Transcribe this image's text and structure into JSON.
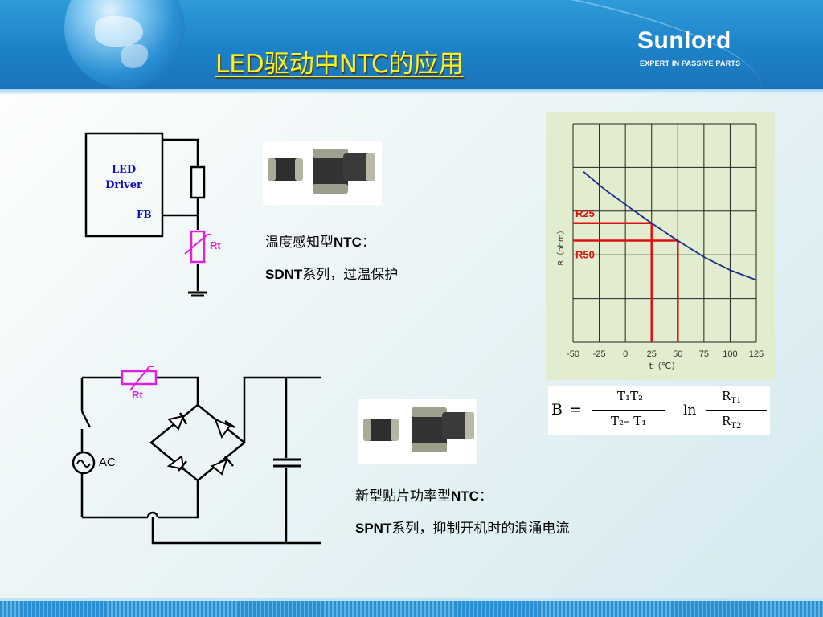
{
  "header": {
    "title": "LED驱动中NTC的应用",
    "brand": "Sunlord",
    "tagline": "EXPERT IN PASSIVE PARTS"
  },
  "circuit1": {
    "driver_label_line1": "LED",
    "driver_label_line2": "Driver",
    "fb_label": "FB",
    "rt_label": "Rt"
  },
  "circuit2": {
    "rt_label": "Rt",
    "ac_label": "AC"
  },
  "product1": {
    "line1_prefix": "温度感知型",
    "line1_bold": "NTC",
    "line1_suffix": "：",
    "line2_bold": "SDNT",
    "line2_suffix": "系列，过温保护"
  },
  "product2": {
    "line1_prefix": "新型贴片功率型",
    "line1_bold": "NTC",
    "line1_suffix": "：",
    "line2_bold": "SPNT",
    "line2_suffix": "系列，抑制开机时的浪涌电流"
  },
  "chart_data": {
    "type": "line",
    "xlabel": "t（℃）",
    "ylabel": "R（ohm）",
    "x_ticks": [
      -50,
      -25,
      0,
      25,
      50,
      75,
      100,
      125
    ],
    "xlim": [
      -50,
      125
    ],
    "grid": true,
    "series": [
      {
        "x": [
          -40,
          -20,
          0,
          25,
          50,
          75,
          100,
          125
        ],
        "y": [
          0.78,
          0.7,
          0.63,
          0.545,
          0.465,
          0.39,
          0.33,
          0.285
        ]
      }
    ],
    "annotations": [
      {
        "label": "R25",
        "x": 25
      },
      {
        "label": "R50",
        "x": 50
      }
    ],
    "colors": {
      "curve": "#1a2f8a",
      "markers": "#e01010",
      "grid": "#222222",
      "background": "#e2ecce"
    }
  },
  "formula": {
    "lhs": "B",
    "eq": "=",
    "num1": "T₁T₂",
    "den1": "T₂– T₁",
    "ln": "ln",
    "num2": "R",
    "num2_sub": "T1",
    "den2": "R",
    "den2_sub": "T2"
  }
}
